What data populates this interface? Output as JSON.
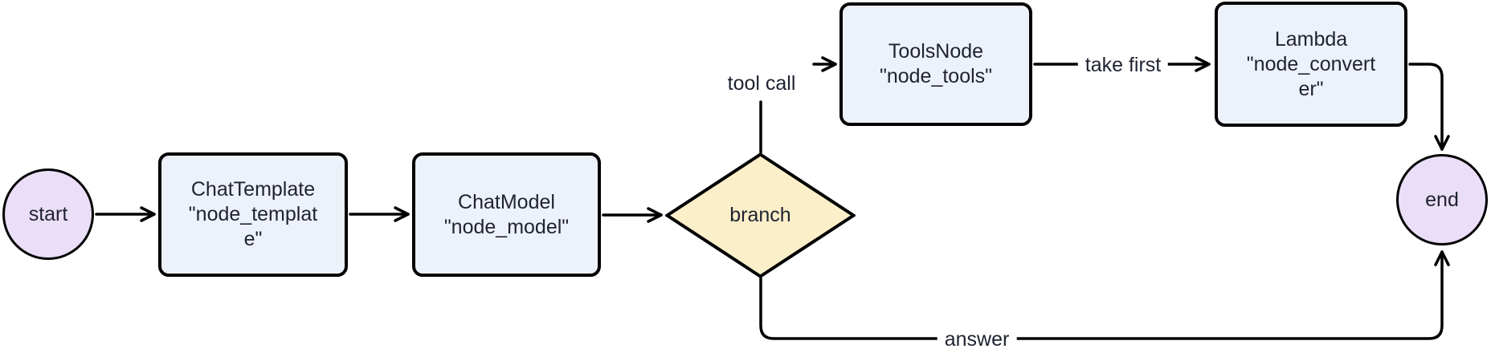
{
  "diagram": {
    "type": "flowchart",
    "colors": {
      "terminal_fill": "#eadef8",
      "box_fill": "#edf1fa",
      "diamond_fill": "#faefc9",
      "stroke": "#000000",
      "text": "#1f2230",
      "label_bg": "#ffffff"
    },
    "nodes": {
      "start": {
        "shape": "circle",
        "label": "start"
      },
      "node_template": {
        "shape": "rect",
        "lines": [
          "ChatTemplate",
          "\"node_templat",
          "e\""
        ]
      },
      "node_model": {
        "shape": "rect",
        "lines": [
          "ChatModel",
          "\"node_model\""
        ]
      },
      "branch": {
        "shape": "diamond",
        "label": "branch"
      },
      "node_tools": {
        "shape": "rect",
        "lines": [
          "ToolsNode",
          "\"node_tools\""
        ]
      },
      "node_converter": {
        "shape": "rect",
        "lines": [
          "Lambda",
          "\"node_convert",
          "er\""
        ]
      },
      "end": {
        "shape": "circle",
        "label": "end"
      }
    },
    "edges": [
      {
        "from": "start",
        "to": "node_template",
        "label": ""
      },
      {
        "from": "node_template",
        "to": "node_model",
        "label": ""
      },
      {
        "from": "node_model",
        "to": "branch",
        "label": ""
      },
      {
        "from": "branch",
        "to": "node_tools",
        "label": "tool call"
      },
      {
        "from": "node_tools",
        "to": "node_converter",
        "label": "take first"
      },
      {
        "from": "node_converter",
        "to": "end",
        "label": ""
      },
      {
        "from": "branch",
        "to": "end",
        "label": "answer"
      }
    ]
  }
}
